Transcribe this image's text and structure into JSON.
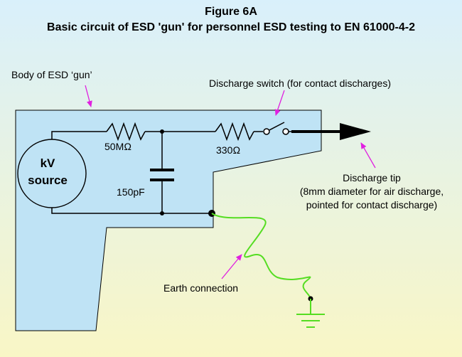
{
  "title": "Figure 6A",
  "subtitle": "Basic circuit of ESD 'gun' for personnel ESD testing to EN 61000-4-2",
  "labels": {
    "body": "Body of ESD ‘gun’",
    "switch": "Discharge switch (for contact discharges)",
    "r1": "50MΩ",
    "r2": "330Ω",
    "cap": "150pF",
    "source_line1": "kV",
    "source_line2": "source",
    "tip_line1": "Discharge tip",
    "tip_line2": "(8mm diameter for air discharge,",
    "tip_line3": "pointed for contact discharge)",
    "earth": "Earth connection"
  },
  "colors": {
    "body_fill": "#bfe3f5",
    "callout_arrow": "#e020e0",
    "earth_wire": "#55dd22",
    "background_top": "#d9f0fb",
    "background_bottom": "#f9f6c6"
  }
}
